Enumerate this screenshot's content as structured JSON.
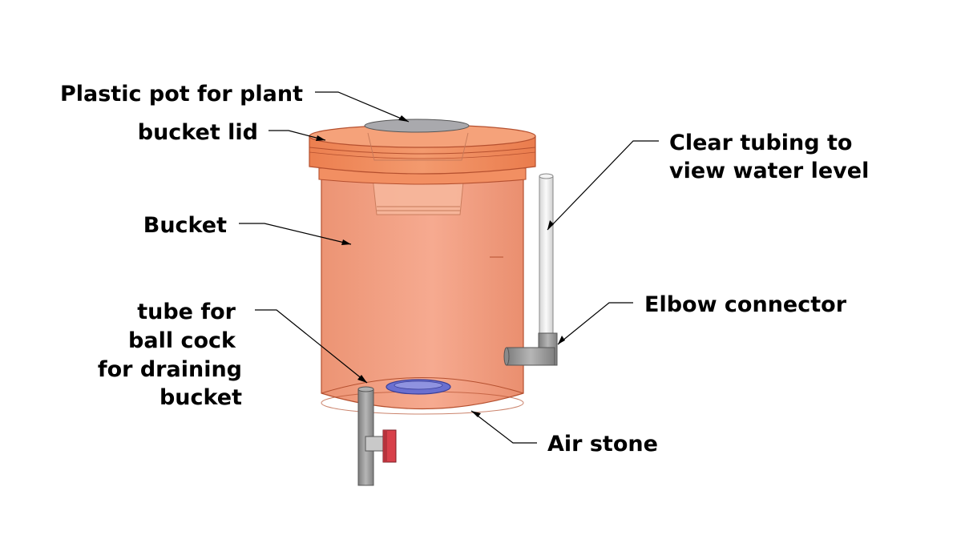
{
  "labels": {
    "plastic_pot": "Plastic pot for plant",
    "bucket_lid": "bucket lid",
    "bucket": "Bucket",
    "clear_tubing_line1": "Clear tubing to",
    "clear_tubing_line2": "view water level",
    "elbow_connector": "Elbow connector",
    "drain_tube_line1": "tube for",
    "drain_tube_line2": "ball cock",
    "drain_tube_line3": "for draining",
    "drain_tube_line4": "bucket",
    "air_stone": "Air stone"
  },
  "colors": {
    "bucket_fill": "#f4a68c",
    "bucket_edge": "#b5502f",
    "lid_fill": "#f08a5d",
    "pot_fill": "#a9a9ad",
    "tube_gray": "#9c9c9c",
    "clear_tube": "#eeeeee",
    "air_stone": "#6a6fd0",
    "valve_handle": "#d8404a"
  }
}
